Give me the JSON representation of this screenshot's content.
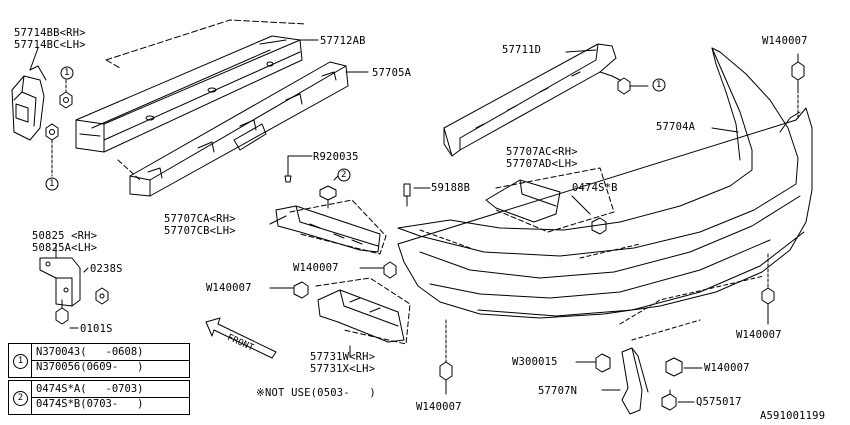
{
  "callouts": {
    "one": "1",
    "two": "2"
  },
  "parts": {
    "p57714BB": "57714BB<RH>",
    "p57714BC": "57714BC<LH>",
    "p57712AB": "57712AB",
    "p57705A": "57705A",
    "pR920035": "R920035",
    "p57707CA": "57707CA<RH>",
    "p57707CB": "57707CB<LH>",
    "p50825": "50825 <RH>",
    "p50825A": "50825A<LH>",
    "p0238S": "0238S",
    "p0101S": "0101S",
    "pW140007": "W140007",
    "p57731W": "57731W<RH>",
    "p57731X": "57731X<LH>",
    "note_not_use": "※NOT USE(0503-   )",
    "front": "FRONT",
    "p57711D": "57711D",
    "p59188B": "59188B",
    "p57707AC": "57707AC<RH>",
    "p57707AD": "57707AD<LH>",
    "p0474SB": "0474S*B",
    "p57704A": "57704A",
    "pW300015": "W300015",
    "p57707N": "57707N",
    "pQ575017": "Q575017"
  },
  "legend": {
    "group1": [
      "N370043(   -0608)",
      "N370056(0609-   )"
    ],
    "group2": [
      "0474S*A(   -0703)",
      "0474S*B(0703-   )"
    ]
  },
  "diagram_code": "A591001199"
}
